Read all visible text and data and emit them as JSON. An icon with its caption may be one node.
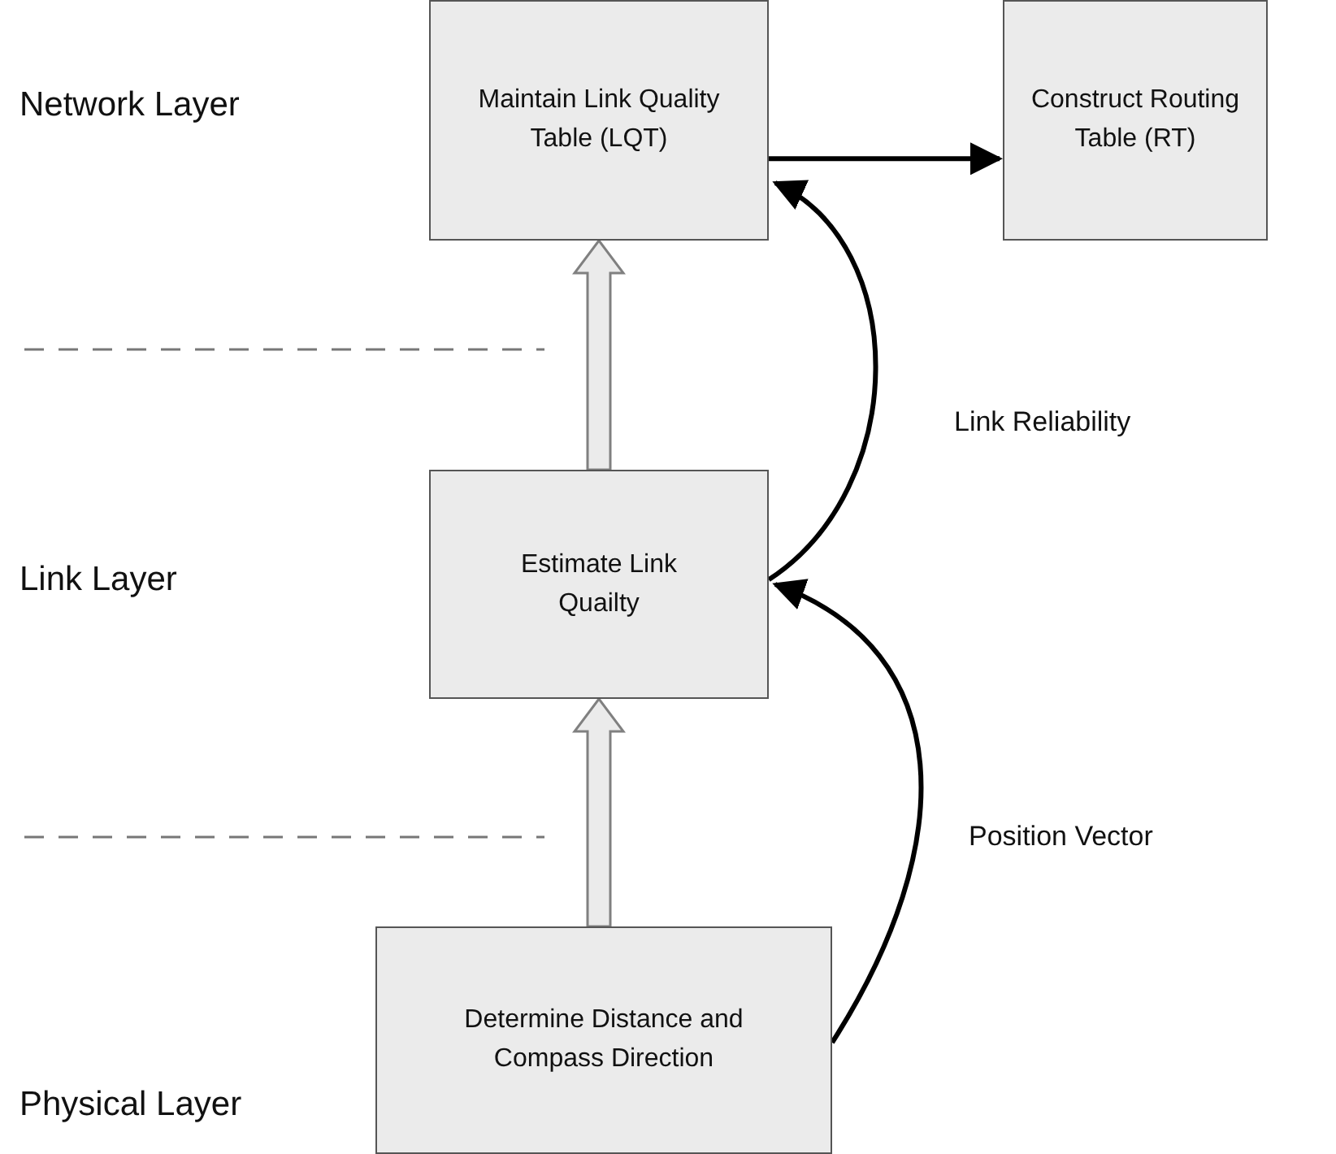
{
  "diagram": {
    "nodes": [
      {
        "text": [
          "Maintain Link Quality Table (LQT)"
        ]
      },
      {
        "text": [
          "Construct Routing Table (RT)"
        ]
      },
      {
        "text": [
          "Estimate Link Quailty"
        ]
      },
      {
        "text": [
          "Determine Distance and Compass Direction"
        ]
      }
    ],
    "edges": [
      {
        "from": 0,
        "to": 1,
        "arrow": "to"
      },
      {
        "from": 2,
        "to": 0,
        "arrow": "to",
        "color": "#808080"
      },
      {
        "from": 2,
        "to": 0,
        "arrow": "to",
        "label": "Link Reliability"
      },
      {
        "from": 3,
        "to": 2,
        "arrow": "to",
        "color": "#808080"
      },
      {
        "from": 3,
        "to": 2,
        "arrow": "to",
        "label": "Position Vector"
      }
    ],
    "labels": [
      "Network Layer",
      "Link Layer",
      "Physical Layer"
    ]
  }
}
